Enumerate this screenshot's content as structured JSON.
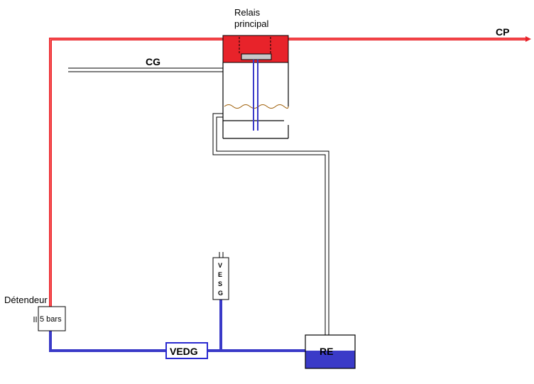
{
  "diagram": {
    "relay_label_line1": "Relais",
    "relay_label_line2": "principal",
    "cp_label": "CP",
    "cg_label": "CG",
    "detendeur_label": "Détendeur",
    "detendeur_value": "5 bars",
    "vesg_letters": [
      "V",
      "E",
      "S",
      "G"
    ],
    "vedg_label": "VEDG",
    "re_label": "RE"
  },
  "colors": {
    "cp_pipe": "#e8232a",
    "water_pipe": "#3a3ac8",
    "water_fill": "#3a3ac8",
    "vedg_border": "#2a2ad0",
    "relay_fill": "#e8232a",
    "wave": "#a0600a"
  }
}
